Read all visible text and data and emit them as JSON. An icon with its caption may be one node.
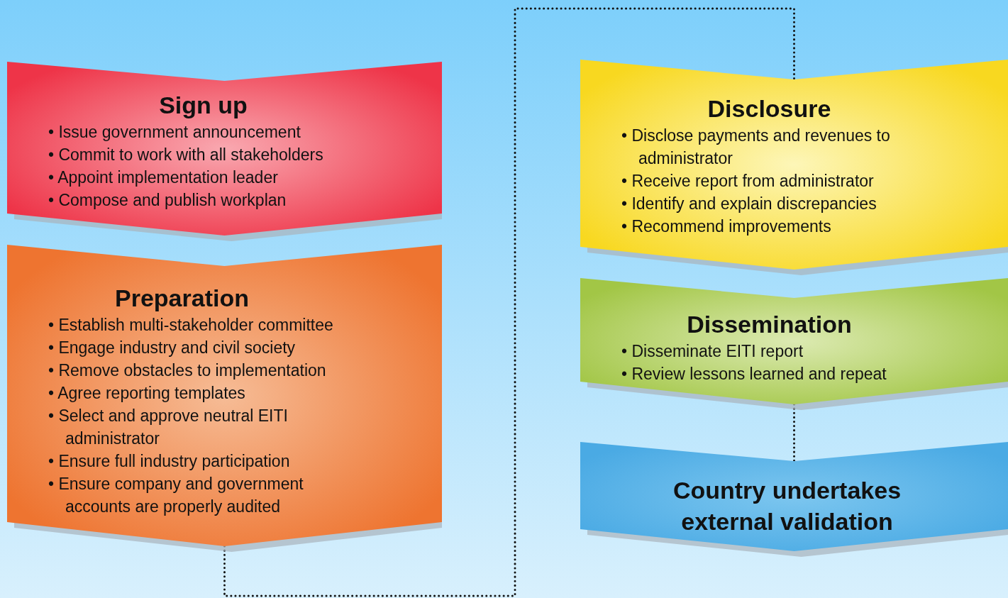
{
  "diagram": {
    "nodes": [
      {
        "text": [
          "Sign up",
          "• Issue government announcement",
          "• Commit to work with all stakeholders",
          "• Appoint implementation leader",
          "• Compose and publish workplan"
        ]
      },
      {
        "text": [
          "Preparation",
          "• Establish multi-stakeholder committee",
          "• Engage industry and civil society",
          "• Remove obstacles to implementation",
          "• Agree reporting templates",
          "• Select and approve neutral EITI administrator",
          "• Ensure full industry participation",
          "• Ensure company and government accounts are properly audited"
        ]
      },
      {
        "text": [
          "Disclosure",
          "• Disclose payments and revenues to administrator",
          "• Receive report from administrator",
          "• Identify and explain discrepancies",
          "• Recommend improvements"
        ]
      },
      {
        "text": [
          "Dissemination",
          "• Disseminate EITI report",
          "• Review lessons learned and repeat"
        ]
      },
      {
        "text": [
          "Country undertakes external validation"
        ]
      }
    ],
    "edges": [
      {
        "from": 1,
        "to": 2,
        "arrow": "none"
      },
      {
        "from": 3,
        "to": 4,
        "arrow": "none"
      }
    ]
  }
}
